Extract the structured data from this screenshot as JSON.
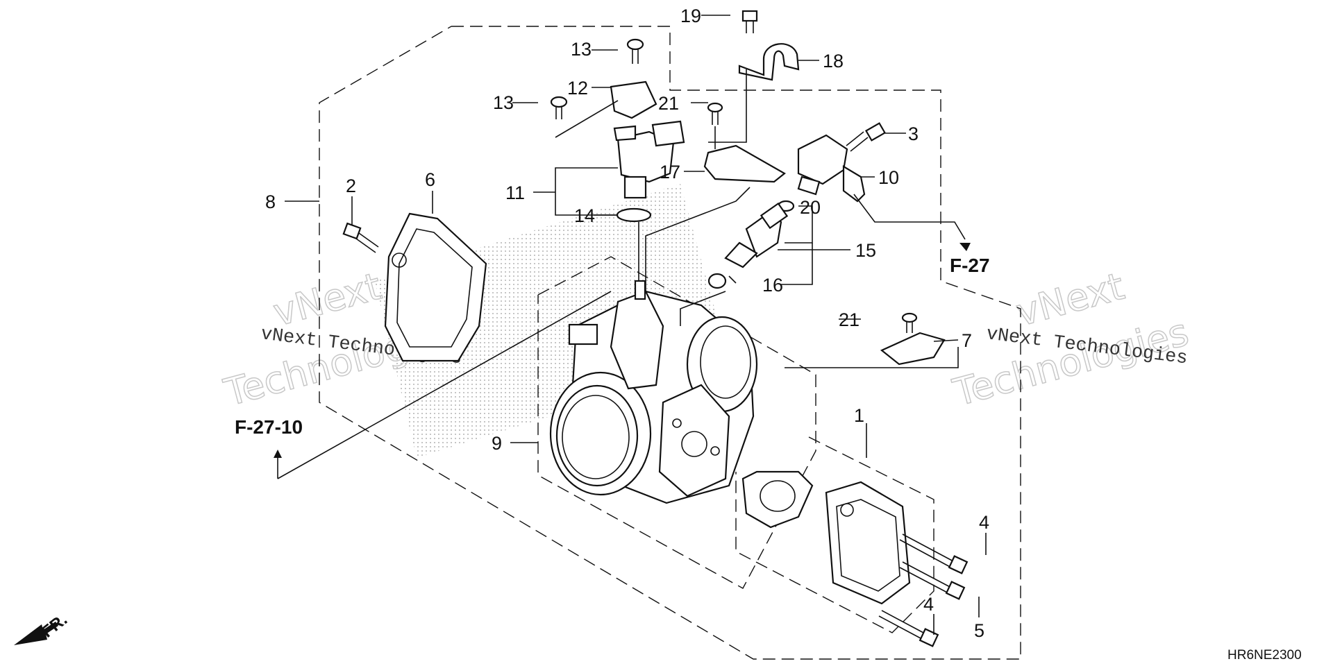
{
  "diagram": {
    "code": "HR6NE2300",
    "front_label": "FR.",
    "refs": [
      "F-27",
      "F-27-10"
    ],
    "callouts": [
      "1",
      "2",
      "3",
      "4",
      "4",
      "5",
      "6",
      "7",
      "8",
      "9",
      "10",
      "11",
      "12",
      "13",
      "13",
      "14",
      "15",
      "16",
      "17",
      "18",
      "19",
      "20",
      "21",
      "21"
    ],
    "watermarks": [
      "vNext Technologies",
      "vNext",
      "Technologies"
    ]
  }
}
